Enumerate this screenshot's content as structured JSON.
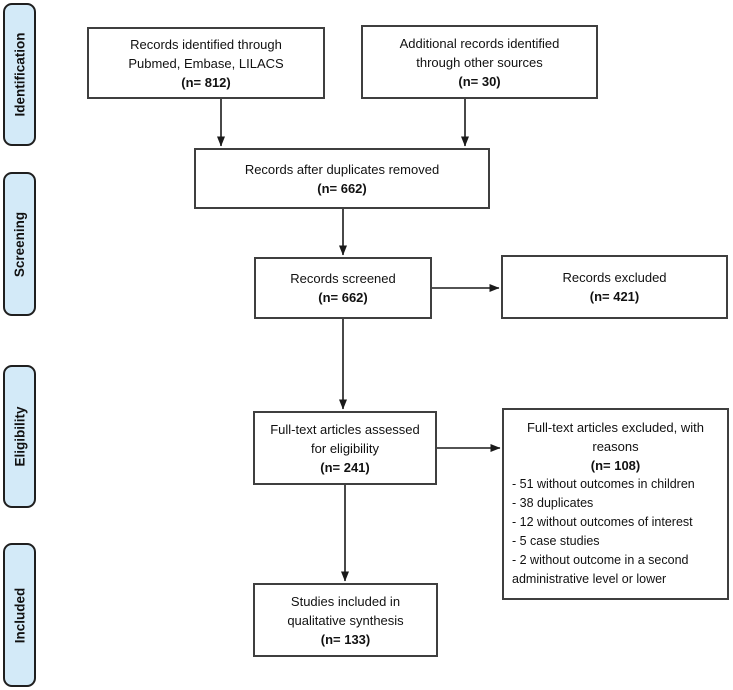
{
  "diagram": {
    "kind": "prisma-flow-diagram",
    "background_color": "#ffffff",
    "box_border_color": "#3f3f3f",
    "stage_fill_color": "#d3eaf8",
    "arrow_color": "#1a1a1a"
  },
  "stages": [
    {
      "label": "Identification"
    },
    {
      "label": "Screening"
    },
    {
      "label": "Eligibility"
    },
    {
      "label": "Included"
    }
  ],
  "boxes": {
    "records_identified": {
      "lines": [
        "Records identified through",
        "Pubmed, Embase, LILACS"
      ],
      "count": "(n= 812)"
    },
    "additional_records": {
      "lines": [
        "Additional records identified",
        "through other sources"
      ],
      "count": "(n= 30)"
    },
    "duplicates_removed": {
      "lines": [
        "Records after duplicates removed"
      ],
      "count": "(n= 662)"
    },
    "records_screened": {
      "lines": [
        "Records screened"
      ],
      "count": "(n= 662)"
    },
    "records_excluded": {
      "lines": [
        "Records excluded"
      ],
      "count": "(n= 421)"
    },
    "fulltext_assessed": {
      "lines": [
        "Full-text articles assessed",
        "for eligibility"
      ],
      "count": "(n= 241)"
    },
    "fulltext_excluded": {
      "lines": [
        "Full-text articles excluded, with",
        "reasons"
      ],
      "count": "(n= 108)",
      "reasons": [
        "- 51 without outcomes in children",
        "- 38 duplicates",
        "- 12 without outcomes of interest",
        "- 5 case studies",
        "- 2 without outcome in a second administrative level or lower"
      ]
    },
    "studies_included": {
      "lines": [
        "Studies included in",
        "qualitative synthesis"
      ],
      "count": "(n= 133)"
    }
  }
}
